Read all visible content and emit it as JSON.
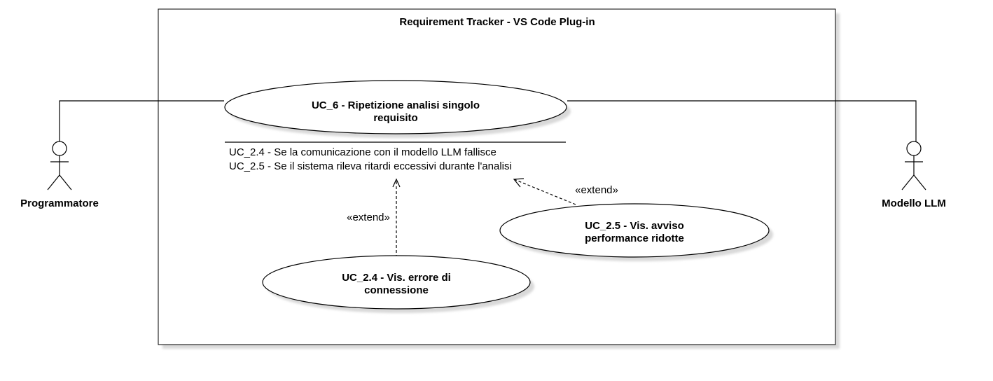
{
  "system": {
    "title": "Requirement Tracker - VS Code Plug-in"
  },
  "actors": {
    "programmer": "Programmatore",
    "llm": "Modello LLM"
  },
  "use_cases": {
    "main": {
      "line1": "UC_6 - Ripetizione analisi singolo",
      "line2": "requisito"
    },
    "error": {
      "line1": "UC_2.4 - Vis. errore di",
      "line2": "connessione"
    },
    "warning": {
      "line1": "UC_2.5 - Vis. avviso",
      "line2": "performance ridotte"
    }
  },
  "extension_points": [
    "UC_2.4 - Se la comunicazione con il modello LLM fallisce",
    "UC_2.5 - Se il sistema rileva ritardi eccessivi durante l'analisi"
  ],
  "relations": {
    "extend_left": "«extend»",
    "extend_right": "«extend»"
  },
  "colors": {
    "stroke": "#000000",
    "shadow": "#d9d9d9",
    "fill": "#ffffff"
  }
}
